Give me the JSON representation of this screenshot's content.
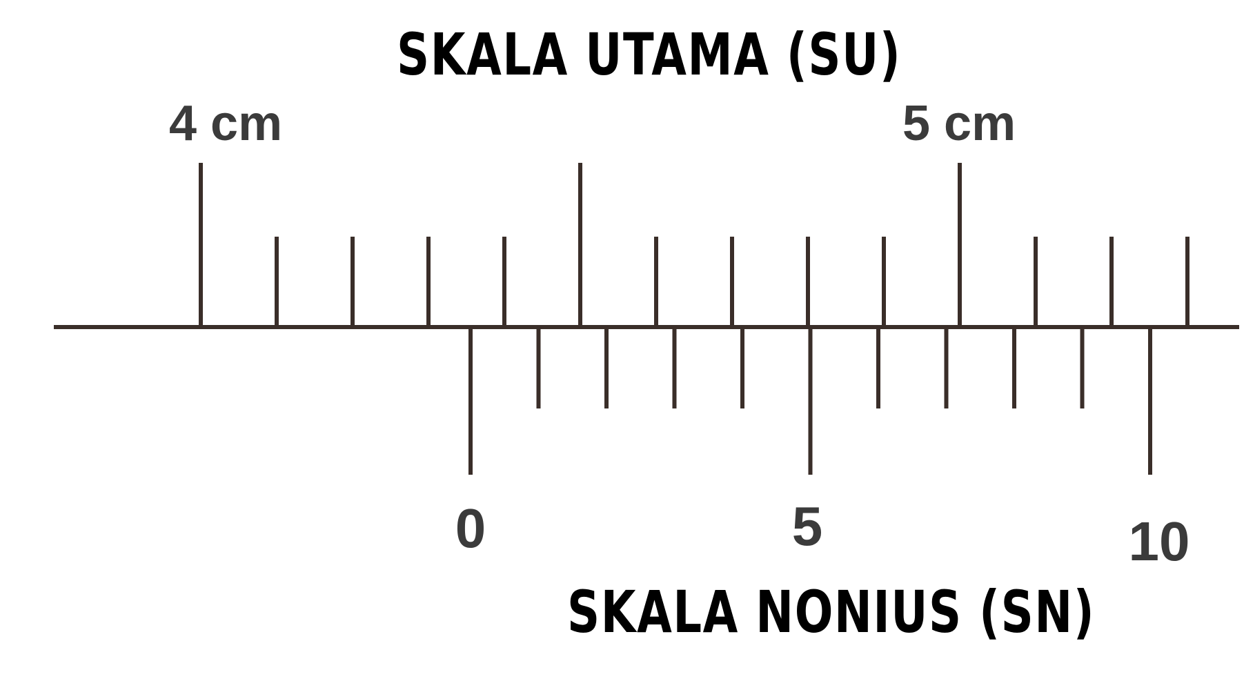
{
  "titles": {
    "main_scale": "SKALA UTAMA (SU)",
    "vernier_scale": "SKALA NONIUS (SN)"
  },
  "main_scale": {
    "unit": "cm",
    "labels": [
      "4 cm",
      "5 cm"
    ],
    "first_cm": 4,
    "division_mm": 1
  },
  "vernier_scale": {
    "labels": [
      "0",
      "5",
      "10"
    ],
    "divisions": 10
  },
  "colors": {
    "line": "#3a2e29",
    "label": "#3b3b3b",
    "title": "#000000"
  }
}
